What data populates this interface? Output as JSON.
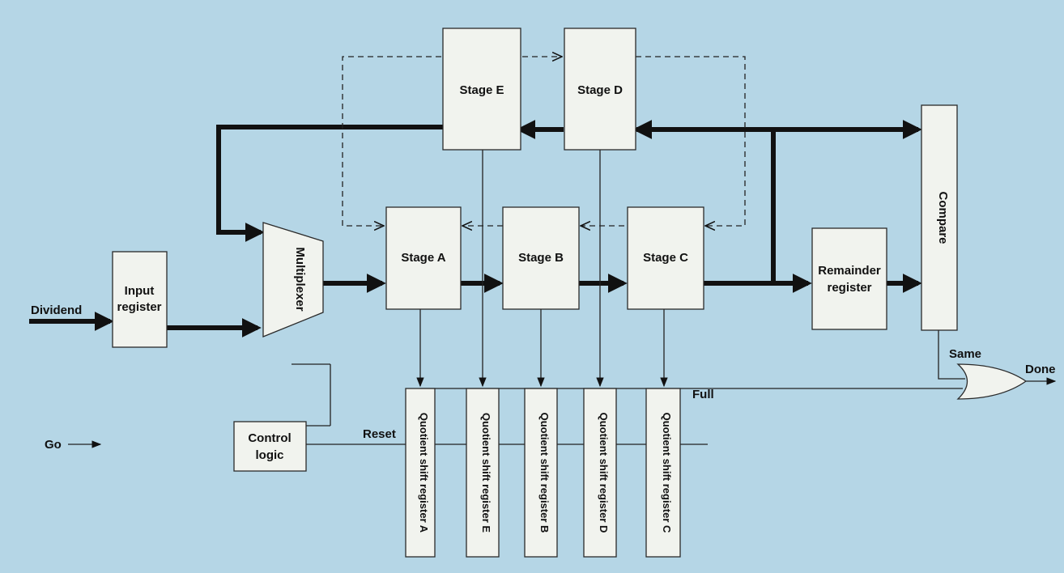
{
  "colors": {
    "background": "#b5d6e6",
    "box_fill": "#f1f3ee",
    "line": "#111111"
  },
  "inputs": {
    "dividend": "Dividend",
    "go": "Go"
  },
  "blocks": {
    "input_register": [
      "Input",
      "register"
    ],
    "multiplexer": "Multiplexer",
    "control_logic": [
      "Control",
      "logic"
    ],
    "stage_a": "Stage A",
    "stage_b": "Stage B",
    "stage_c": "Stage C",
    "stage_d": "Stage D",
    "stage_e": "Stage E",
    "remainder_register": [
      "Remainder",
      "register"
    ],
    "compare": "Compare"
  },
  "quotient_registers": [
    "Quotient shift register A",
    "Quotient shift register E",
    "Quotient shift register B",
    "Quotient shift register D",
    "Quotient shift register C"
  ],
  "signals": {
    "reset": "Reset",
    "full": "Full",
    "same": "Same",
    "done": "Done"
  }
}
